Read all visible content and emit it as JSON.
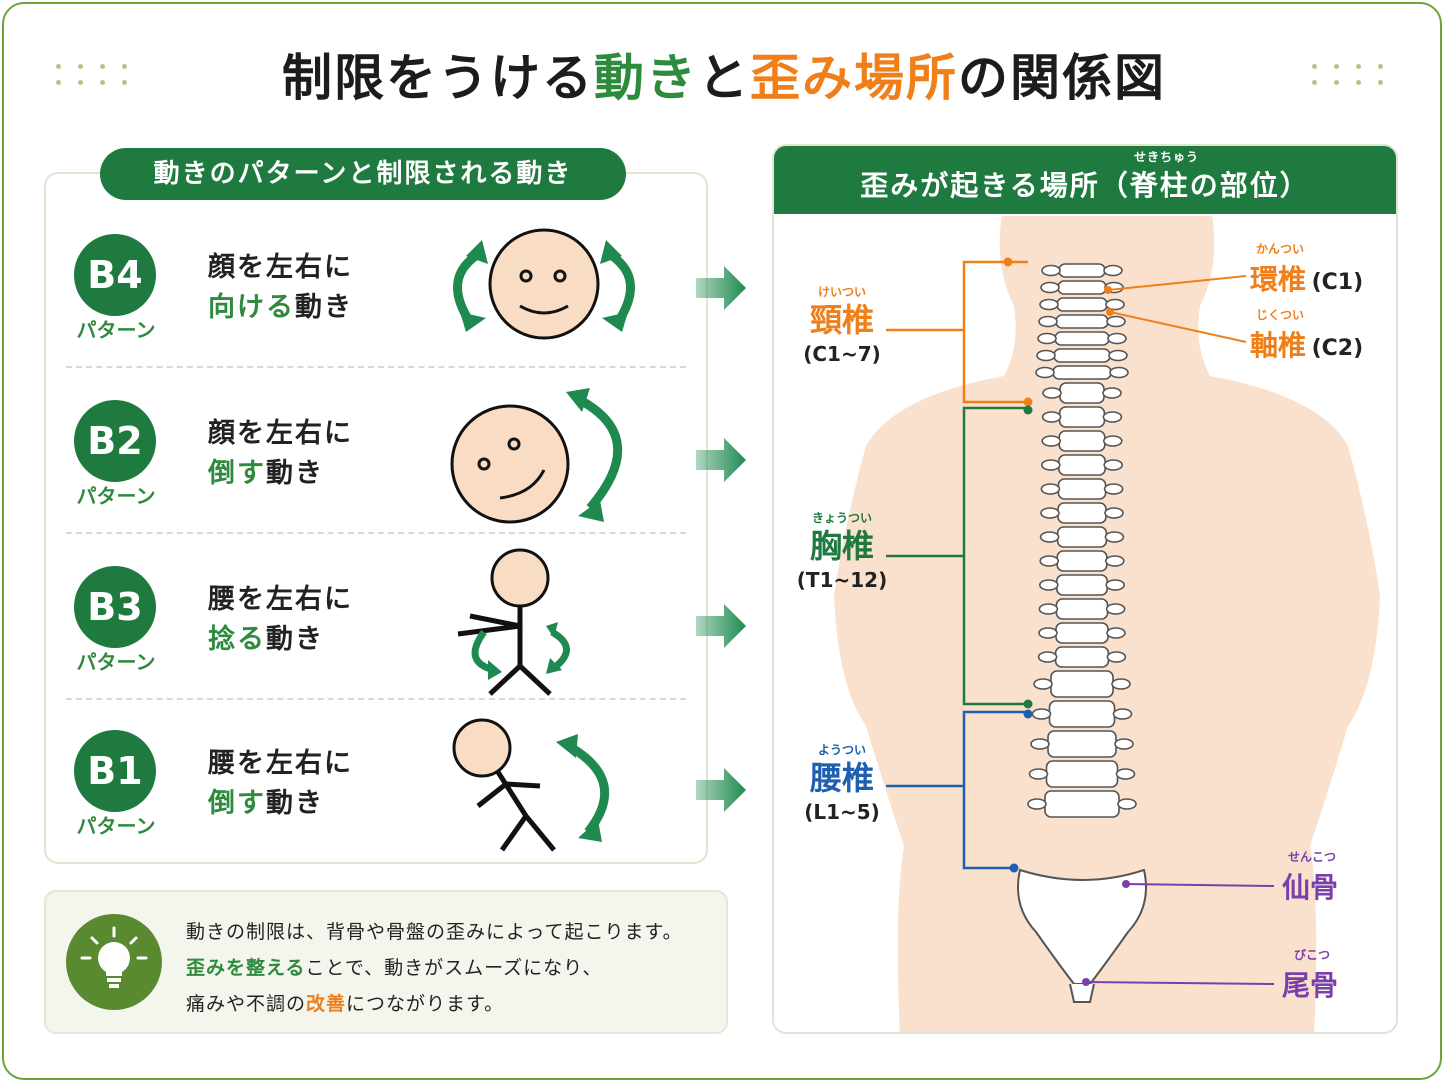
{
  "title": {
    "part1": "制限をうける",
    "part2": "動き",
    "part3": "と",
    "part4": "歪み場所",
    "part5": "の関係図"
  },
  "left_header": "動きのパターンと制限される動き",
  "patterns": [
    {
      "code": "B4",
      "label": "パターン",
      "line1": "顔を左右に",
      "verb": "向ける",
      "suffix": "動き"
    },
    {
      "code": "B2",
      "label": "パターン",
      "line1": "顔を左右に",
      "verb": "倒す",
      "suffix": "動き"
    },
    {
      "code": "B3",
      "label": "パターン",
      "line1": "腰を左右に",
      "verb": "捻る",
      "suffix": "動き"
    },
    {
      "code": "B1",
      "label": "パターン",
      "line1": "腰を左右に",
      "verb": "倒す",
      "suffix": "動き"
    }
  ],
  "tip": {
    "line1": "動きの制限は、背骨や骨盤の歪みによって起こります。",
    "line2_hl": "歪みを整える",
    "line2_rest": "ことで、動きがスムーズになり、",
    "line3_a": "痛みや不調の",
    "line3_hl": "改善",
    "line3_b": "につながります。"
  },
  "right_header": {
    "text": "歪みが起きる場所（脊柱の部位）",
    "furigana": "せきちゅう"
  },
  "spine_labels": {
    "cervical": {
      "furi": "けいつい",
      "name": "頸椎",
      "range": "(C1~7)"
    },
    "thoracic": {
      "furi": "きょうつい",
      "name": "胸椎",
      "range": "(T1~12)"
    },
    "lumbar": {
      "furi": "ようつい",
      "name": "腰椎",
      "range": "(L1~5)"
    },
    "atlas": {
      "furi": "かんつい",
      "name": "環椎",
      "code": "(C1)"
    },
    "axis": {
      "furi": "じくつい",
      "name": "軸椎",
      "code": "(C2)"
    },
    "sacrum": {
      "furi": "せんこつ",
      "name": "仙骨"
    },
    "coccyx": {
      "furi": "びこつ",
      "name": "尾骨"
    }
  },
  "colors": {
    "green": "#1f7a40",
    "orange": "#f07f1a",
    "blue": "#1f5fb0",
    "purple": "#7a3fa8",
    "skin": "#f8dcc4"
  }
}
